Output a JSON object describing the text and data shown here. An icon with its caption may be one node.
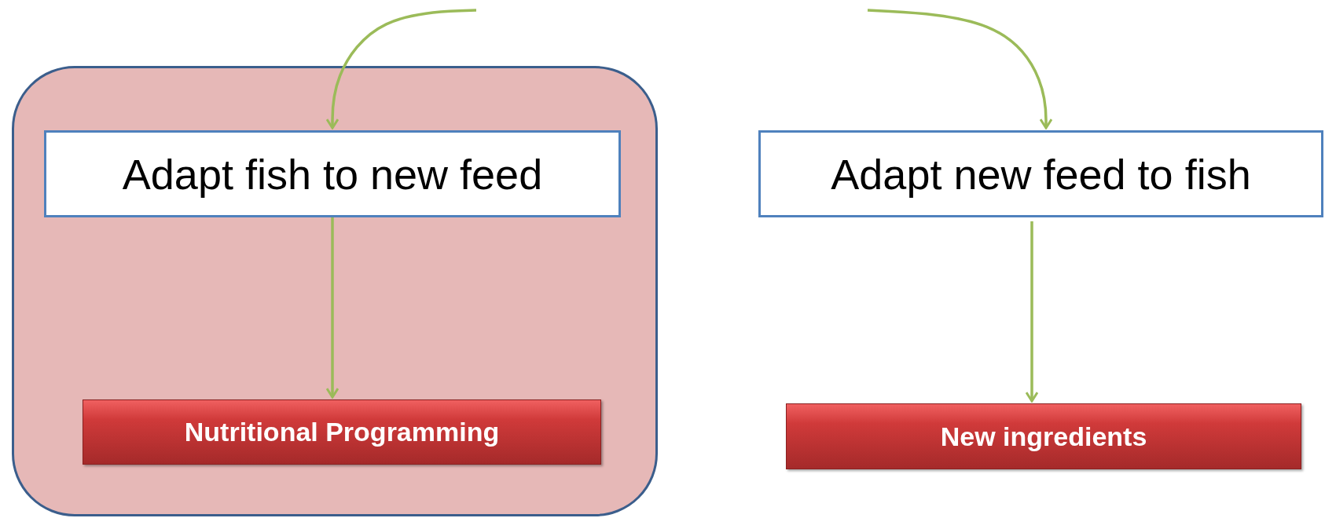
{
  "diagram": {
    "nodes": [
      {
        "text": [],
        "shape": "box"
      },
      {
        "text": [
          "Adapt fish to new feed"
        ],
        "in": 0
      },
      {
        "text": [
          "Nutritional Programming"
        ],
        "in": 0
      },
      {
        "text": [
          "Adapt new feed to fish"
        ]
      },
      {
        "text": [
          "New ingredients"
        ]
      }
    ],
    "edges": [
      {
        "from": null,
        "to": 1,
        "arrow": "to"
      },
      {
        "from": 1,
        "to": 2,
        "arrow": "to"
      },
      {
        "from": null,
        "to": 3,
        "arrow": "to"
      },
      {
        "from": 3,
        "to": 4,
        "arrow": "to"
      }
    ]
  }
}
